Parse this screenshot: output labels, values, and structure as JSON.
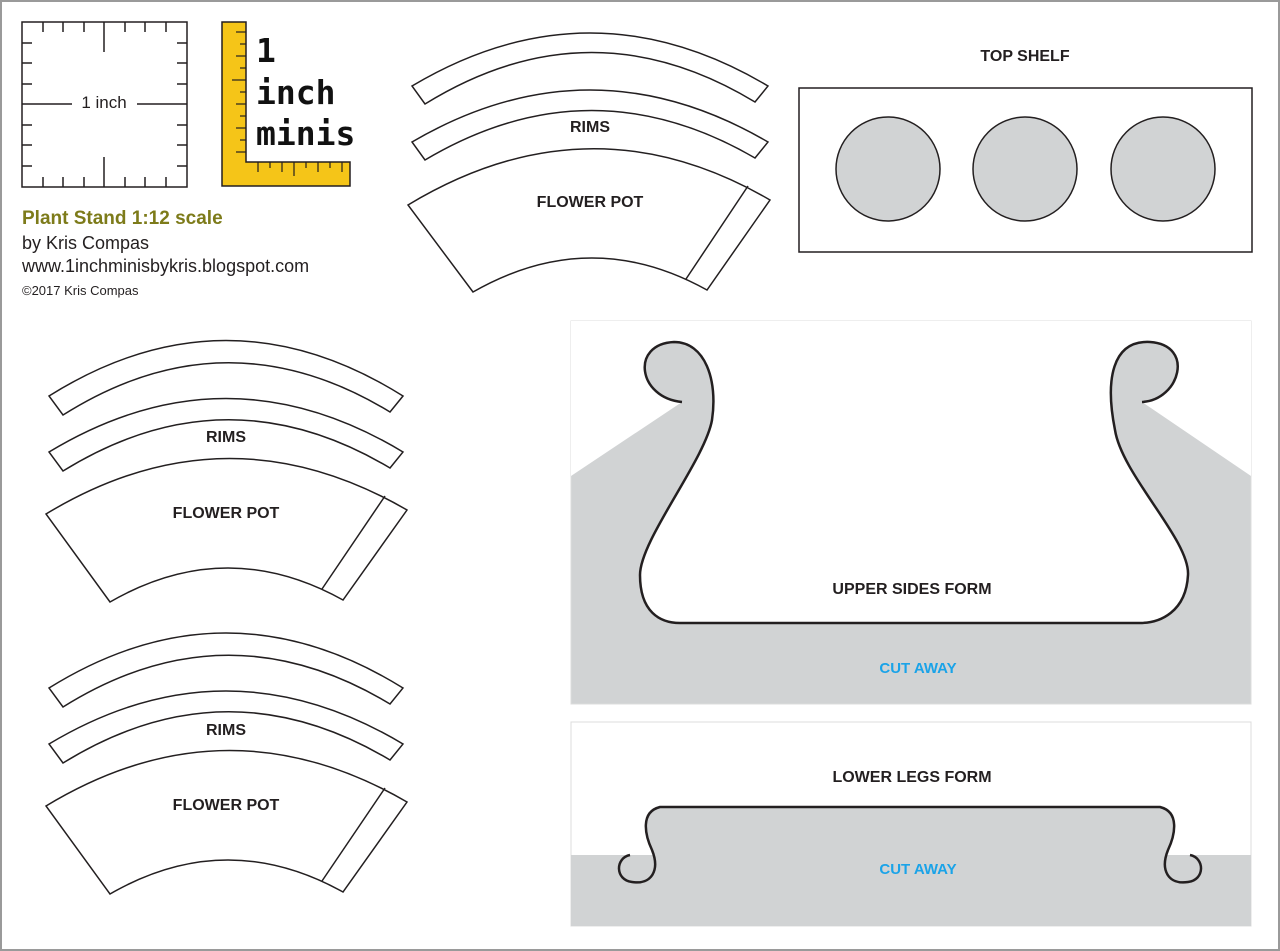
{
  "scale_square": {
    "label": "1 inch"
  },
  "logo": {
    "line1": "1",
    "line2": "inch",
    "line3": "minis",
    "ruler_color": "#f5c518"
  },
  "credits": {
    "title": "Plant Stand 1:12 scale",
    "author": "by Kris Compas",
    "website": "www.1inchminisbykris.blogspot.com",
    "copyright": "©2017 Kris Compas",
    "title_color": "#7d7b1a"
  },
  "pattern_sets": [
    {
      "rims_label": "RIMS",
      "pot_label": "FLOWER POT"
    },
    {
      "rims_label": "RIMS",
      "pot_label": "FLOWER POT"
    },
    {
      "rims_label": "RIMS",
      "pot_label": "FLOWER POT"
    }
  ],
  "top_shelf": {
    "label": "TOP SHELF",
    "fill_color": "#d1d3d4"
  },
  "upper_form": {
    "label": "UPPER SIDES FORM",
    "cut_label": "CUT AWAY"
  },
  "lower_form": {
    "label": "LOWER LEGS FORM",
    "cut_label": "CUT AWAY"
  },
  "colors": {
    "cut_away_gray": "#d1d3d4",
    "cut_away_text": "#1aa3e8",
    "line": "#231f20"
  }
}
